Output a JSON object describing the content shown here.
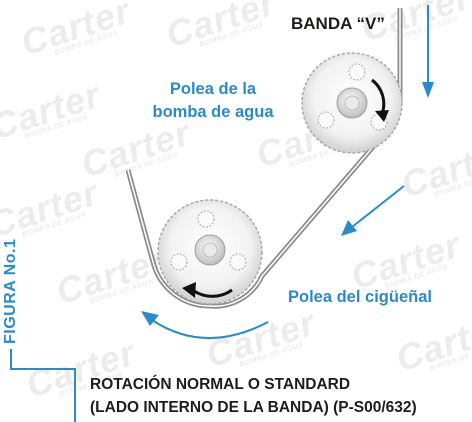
{
  "labels": {
    "banda": "BANDA “V”",
    "polea_bomba_line1": "Polea de la",
    "polea_bomba_line2": "bomba de agua",
    "polea_ciguenal": "Polea del cigüeñal",
    "figura": "FIGURA No.1",
    "caption_line1": "ROTACIÓN NORMAL O STANDARD",
    "caption_line2": "(LADO INTERNO DE LA BANDA) (P-S00/632)"
  },
  "watermark": {
    "brand": "Carter",
    "tagline": "BOMBA DE AGUA"
  },
  "colors": {
    "accent_blue": "#2b8ac7",
    "text_dark": "#1d1d1b",
    "belt_gray": "#8c8c8c",
    "pulley_gray": "#d9d9d9",
    "watermark_gray": "#ececec"
  }
}
